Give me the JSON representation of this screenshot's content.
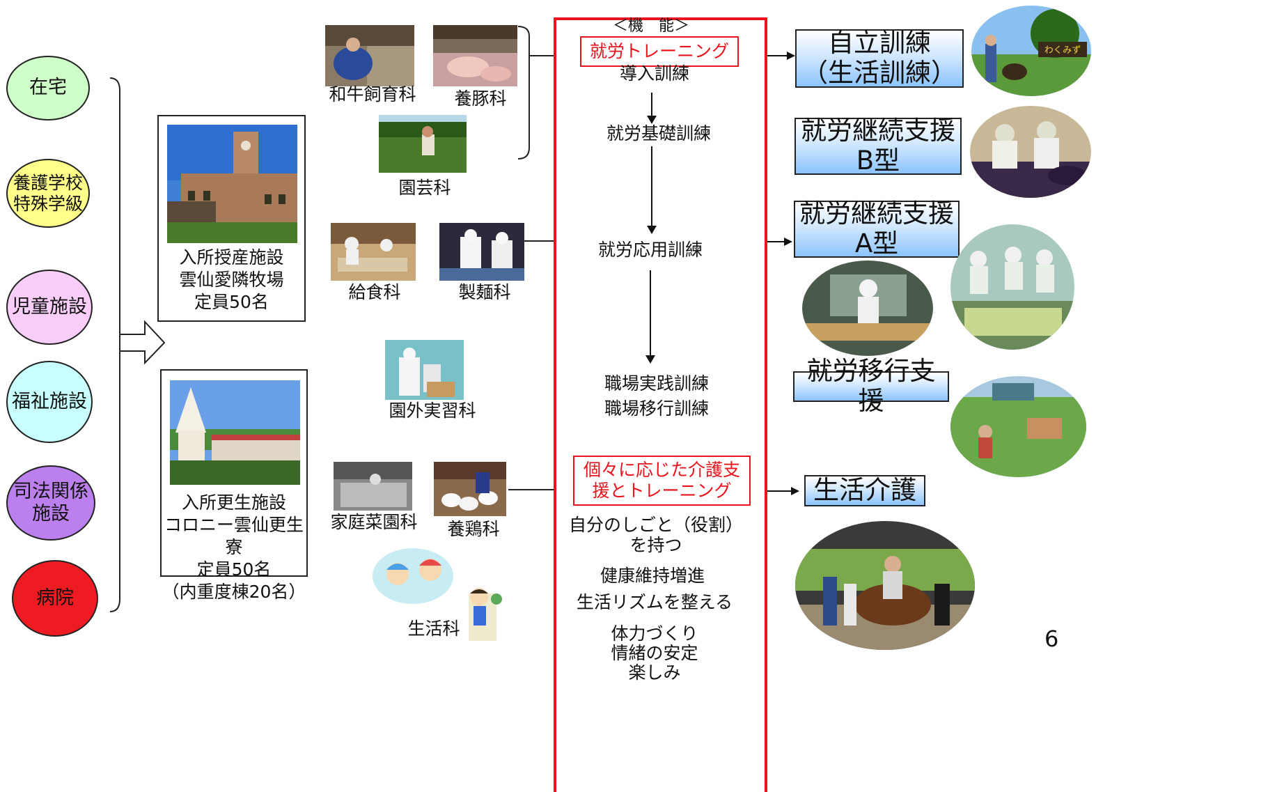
{
  "origins": [
    {
      "label": "在宅",
      "color": "#cfffc8"
    },
    {
      "label": "養護学校\n特殊学級",
      "color": "#ffff8a"
    },
    {
      "label": "児童施設",
      "color": "#f8cef8"
    },
    {
      "label": "福祉施設",
      "color": "#c8ffff"
    },
    {
      "label": "司法関係\n施設",
      "color": "#bb80ee"
    },
    {
      "label": "病院",
      "color": "#ee1b22"
    }
  ],
  "facilities": [
    {
      "label": "入所授産施設\n雲仙愛隣牧場\n定員50名"
    },
    {
      "label": "入所更生施設\nコロニー雲仙更生寮\n定員50名\n（内重度棟20名）"
    }
  ],
  "departments": {
    "wagyu": "和牛飼育科",
    "pig": "養豚科",
    "garden": "園芸科",
    "meal": "給食科",
    "noodle": "製麺科",
    "outside": "園外実習科",
    "vegetable": "家庭菜園科",
    "chicken": "養鶏科",
    "life": "生活科"
  },
  "functions": {
    "header": "＜機　能＞",
    "training_box": "就労トレーニング",
    "steps": [
      "導入訓練",
      "就労基礎訓練",
      "就労応用訓練",
      "職場実践訓練\n職場移行訓練"
    ],
    "care_box": "個々に応じた介護支\n援とトレーニング",
    "care_items": [
      "自分のしごと（役割）\nを持つ",
      "健康維持増進",
      "生活リズムを整える",
      "体力づくり\n情緒の安定\n楽しみ"
    ]
  },
  "outcomes": [
    {
      "label": "自立訓練\n（生活訓練）"
    },
    {
      "label": "就労継続支援\nB型"
    },
    {
      "label": "就労継続支援\nA型"
    },
    {
      "label": "就労移行支援"
    },
    {
      "label": "生活介護"
    }
  ],
  "photo_sign_text": "わくみず",
  "page_number": "6",
  "colors": {
    "red_frame": "#e8141e",
    "blue_box_light": "#d2e8ff",
    "blue_box_dark": "#8cc4ff"
  }
}
